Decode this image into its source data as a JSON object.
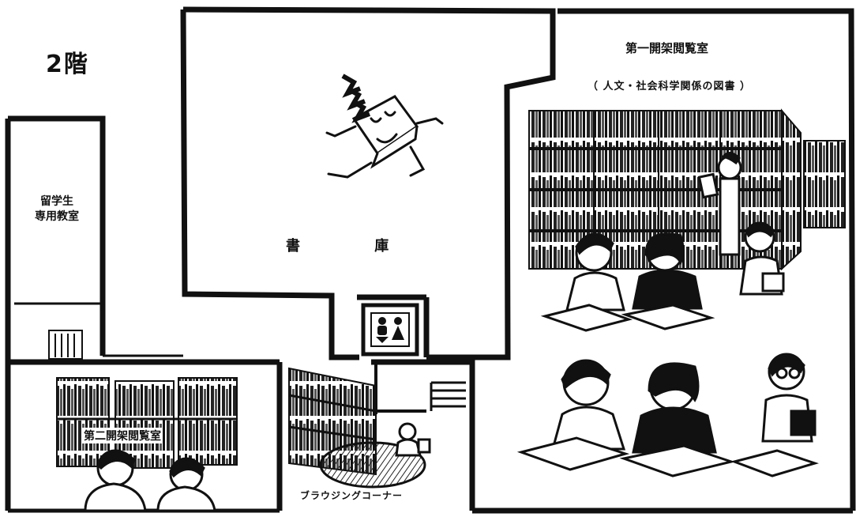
{
  "floor": {
    "label": "2階"
  },
  "rooms": {
    "international_classroom": {
      "label_line1": "留学生",
      "label_line2": "専用教室"
    },
    "stacks": {
      "label": "書 庫"
    },
    "reading_room_1": {
      "label": "第一開架閲覧室",
      "subtitle": "（ 人文・社会科学関係の図書 ）"
    },
    "reading_room_2": {
      "label": "第二開架閲覧室"
    },
    "browsing_corner": {
      "label": "ブラウジングコーナー"
    }
  },
  "icons": {
    "restroom": "restroom-icon",
    "stairs": "stairs-icon",
    "sleeping_book": "sleeping-book-icon",
    "snore": "zzz-icon",
    "bookshelves": "bookshelf-icon",
    "students": "student-icon",
    "sofa": "sofa-icon",
    "trash_bin": "trash-bin-icon"
  },
  "colors": {
    "ink": "#111111",
    "paper": "#ffffff",
    "hatch": "#333333"
  }
}
